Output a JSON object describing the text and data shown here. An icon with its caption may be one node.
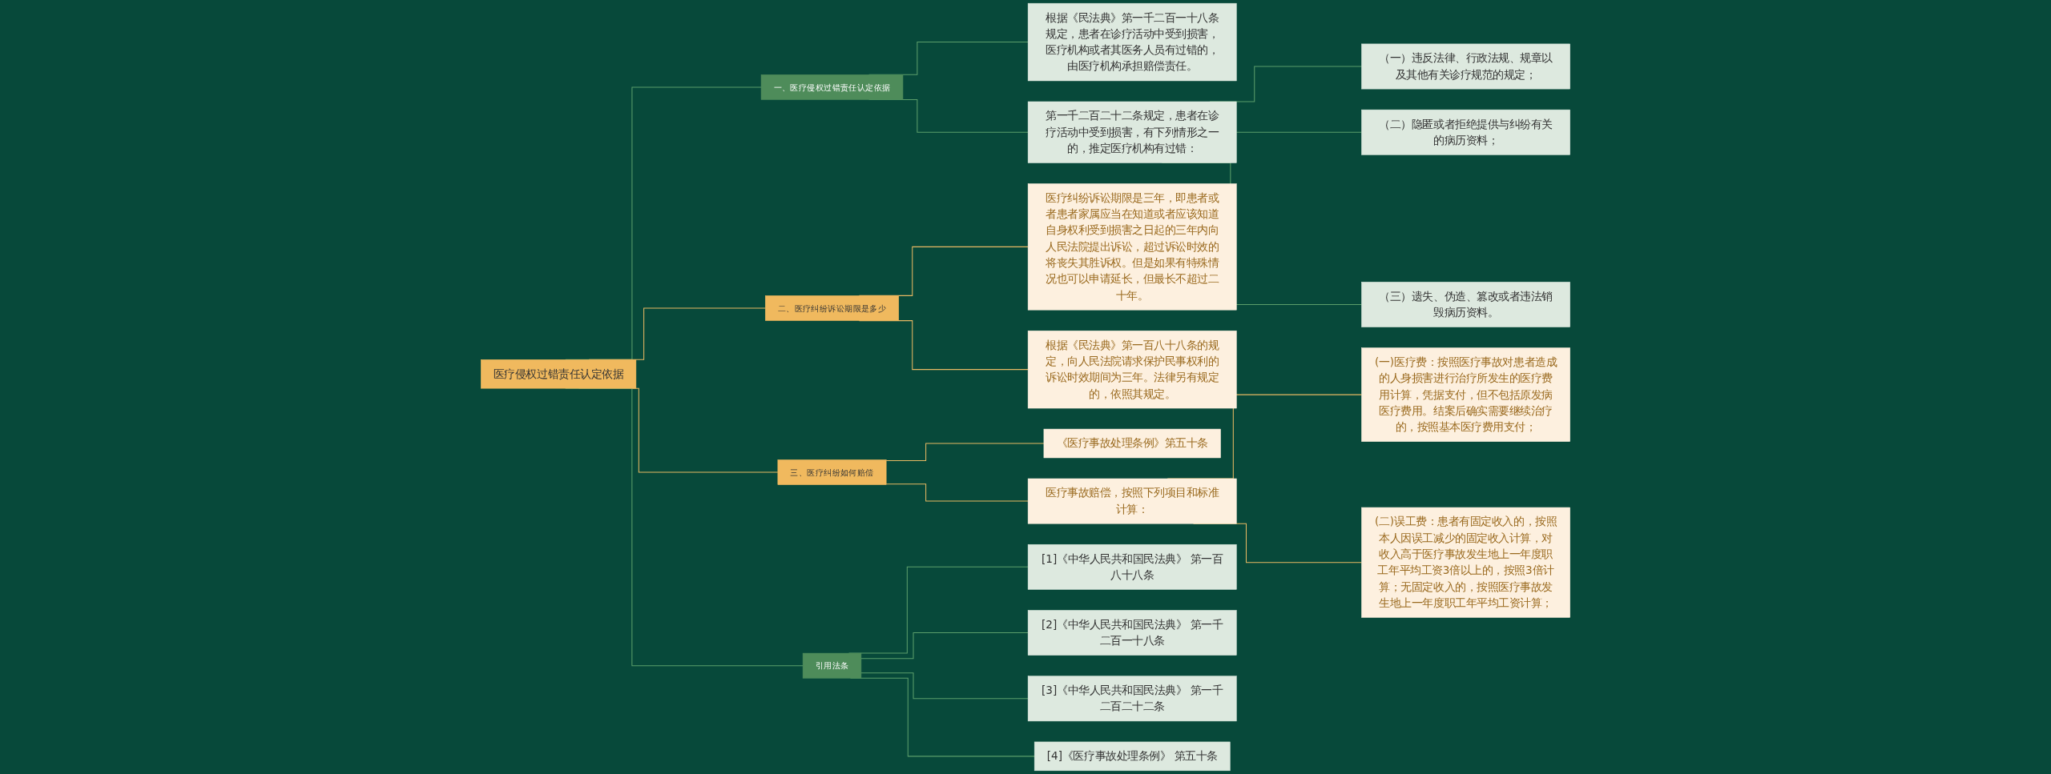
{
  "diagram": {
    "nodes": [
      {
        "text": [
          "医疗侵权过错责任认定依据"
        ]
      },
      {
        "text": [
          "一、医疗侵权过错责任认定依据"
        ]
      },
      {
        "text": [
          "根据《民法典》第一千二百一十八条规定，患者在诊疗活动中受到损害，医疗机构或者其医务人员有过错的，由医疗机构承担赔偿责任。"
        ]
      },
      {
        "text": [
          "第一千二百二十二条规定，患者在诊疗活动中受到损害，有下列情形之一的，推定医疗机构有过错："
        ]
      },
      {
        "text": [
          "（一）违反法律、行政法规、规章以及其他有关诊疗规范的规定；"
        ]
      },
      {
        "text": [
          "（二）隐匿或者拒绝提供与纠纷有关的病历资料；"
        ]
      },
      {
        "text": [
          "（三）遗失、伪造、篡改或者违法销毁病历资料。"
        ]
      },
      {
        "text": [
          "二、医疗纠纷诉讼期限是多少"
        ]
      },
      {
        "text": [
          "医疗纠纷诉讼期限是三年，即患者或者患者家属应当在知道或者应该知道自身权利受到损害之日起的三年内向人民法院提出诉讼，超过诉讼时效的将丧失其胜诉权。但是如果有特殊情况也可以申请延长，但最长不超过二十年。"
        ]
      },
      {
        "text": [
          "根据《民法典》第一百八十八条的规定，向人民法院请求保护民事权利的诉讼时效期间为三年。法律另有规定的，依照其规定。"
        ]
      },
      {
        "text": [
          "三、医疗纠纷如何赔偿"
        ]
      },
      {
        "text": [
          "《医疗事故处理条例》第五十条"
        ]
      },
      {
        "text": [
          "医疗事故赔偿，按照下列项目和标准计算："
        ]
      },
      {
        "text": [
          "(一)医疗费：按照医疗事故对患者造成的人身损害进行治疗所发生的医疗费用计算，凭据支付，但不包括原发病医疗费用。结案后确实需要继续治疗的，按照基本医疗费用支付；"
        ]
      },
      {
        "text": [
          "(二)误工费：患者有固定收入的，按照本人因误工减少的固定收入计算，对收入高于医疗事故发生地上一年度职工年平均工资3倍以上的，按照3倍计算；无固定收入的，按照医疗事故发生地上一年度职工年平均工资计算；"
        ]
      },
      {
        "text": [
          "引用法条"
        ]
      },
      {
        "text": [
          "[1]《中华人民共和国民法典》 第一百八十八条"
        ]
      },
      {
        "text": [
          "[2]《中华人民共和国民法典》 第一千二百一十八条"
        ]
      },
      {
        "text": [
          "[3]《中华人民共和国民法典》 第一千二百二十二条"
        ]
      },
      {
        "text": [
          "[4]《医疗事故处理条例》 第五十条"
        ]
      }
    ],
    "edges": [
      {
        "from": 0,
        "to": 1,
        "arrow": "none"
      },
      {
        "from": 1,
        "to": 2,
        "arrow": "none"
      },
      {
        "from": 1,
        "to": 3,
        "arrow": "none"
      },
      {
        "from": 3,
        "to": 4,
        "arrow": "none"
      },
      {
        "from": 3,
        "to": 5,
        "arrow": "none"
      },
      {
        "from": 3,
        "to": 6,
        "arrow": "none"
      },
      {
        "from": 0,
        "to": 7,
        "arrow": "none",
        "color": "#e8b963"
      },
      {
        "from": 7,
        "to": 8,
        "arrow": "none",
        "color": "#e8b963"
      },
      {
        "from": 7,
        "to": 9,
        "arrow": "none",
        "color": "#e8b963"
      },
      {
        "from": 0,
        "to": 10,
        "arrow": "none",
        "color": "#e8b963"
      },
      {
        "from": 10,
        "to": 11,
        "arrow": "none",
        "color": "#e8b963"
      },
      {
        "from": 10,
        "to": 12,
        "arrow": "none",
        "color": "#e8b963"
      },
      {
        "from": 12,
        "to": 13,
        "arrow": "none",
        "color": "#e8b963"
      },
      {
        "from": 12,
        "to": 14,
        "arrow": "none",
        "color": "#e8b963"
      },
      {
        "from": 0,
        "to": 15,
        "arrow": "none"
      },
      {
        "from": 15,
        "to": 16,
        "arrow": "none"
      },
      {
        "from": 15,
        "to": 17,
        "arrow": "none"
      },
      {
        "from": 15,
        "to": 18,
        "arrow": "none"
      },
      {
        "from": 15,
        "to": 19,
        "arrow": "none"
      }
    ]
  }
}
